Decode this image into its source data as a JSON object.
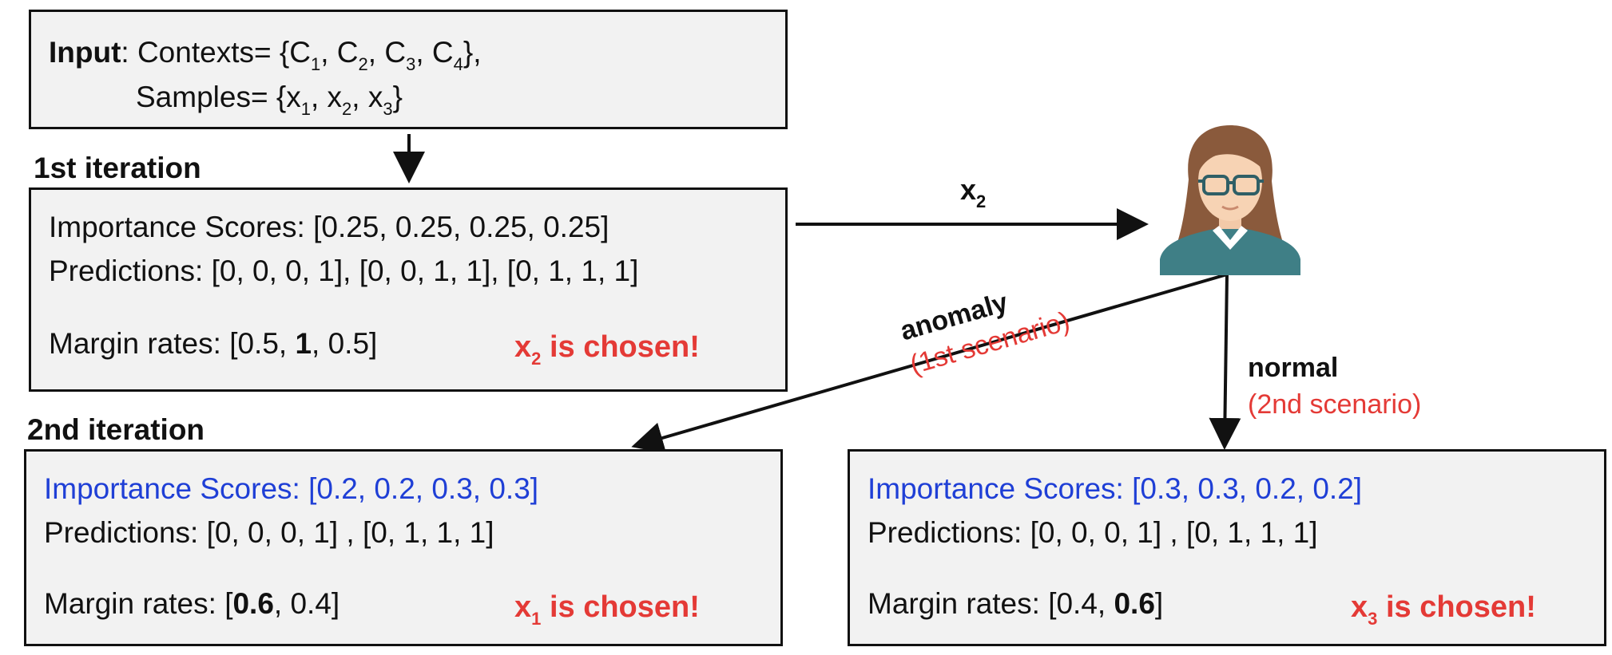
{
  "input_box": {
    "input_label": "Input",
    "contexts_prefix": ": Contexts= {",
    "contexts": [
      {
        "base": "C",
        "sub": "1"
      },
      {
        "base": "C",
        "sub": "2"
      },
      {
        "base": "C",
        "sub": "3"
      },
      {
        "base": "C",
        "sub": "4"
      }
    ],
    "contexts_suffix": "},",
    "samples_prefix": "Samples= {",
    "samples": [
      {
        "base": "x",
        "sub": "1"
      },
      {
        "base": "x",
        "sub": "2"
      },
      {
        "base": "x",
        "sub": "3"
      }
    ],
    "samples_suffix": "}"
  },
  "iter1": {
    "heading": "1st iteration",
    "importance": "Importance Scores: [0.25, 0.25, 0.25, 0.25]",
    "predictions": "Predictions:  [0, 0, 0, 1],   [0, 0, 1, 1],  [0, 1, 1, 1]",
    "margin_prefix": "Margin rates: [0.5, ",
    "margin_bold": "1",
    "margin_suffix": ", 0.5]",
    "chosen_base": "x",
    "chosen_sub": "2",
    "chosen_text": " is chosen!"
  },
  "arrow_to_user": {
    "base": "x",
    "sub": "2"
  },
  "edges": {
    "anomaly_label": "anomaly",
    "anomaly_scenario": "(1st scenario)",
    "normal_label": "normal",
    "normal_scenario": "(2nd scenario)"
  },
  "iter2": {
    "heading": "2nd iteration",
    "left": {
      "importance": "Importance Scores: [0.2, 0.2, 0.3, 0.3]",
      "predictions": "Predictions:  [0, 0, 0, 1] ,  [0, 1, 1, 1]",
      "margin_prefix": "Margin rates: [",
      "margin_bold": "0.6",
      "margin_suffix": ", 0.4]",
      "chosen_base": "x",
      "chosen_sub": "1",
      "chosen_text": " is chosen!"
    },
    "right": {
      "importance": "Importance Scores: [0.3, 0.3, 0.2, 0.2]",
      "predictions": "Predictions:  [0, 0, 0, 1] ,  [0, 1, 1, 1]",
      "margin_prefix": "Margin rates: [0.4, ",
      "margin_bold": "0.6",
      "margin_suffix": "]",
      "chosen_base": "x",
      "chosen_sub": "3",
      "chosen_text": " is chosen!"
    }
  },
  "colors": {
    "blue": "#1f3fd6",
    "red": "#e43a36",
    "user_shirt": "#3f7f86",
    "user_hair": "#8a5a3c"
  },
  "icons": {
    "user": "annotator-woman-icon"
  }
}
